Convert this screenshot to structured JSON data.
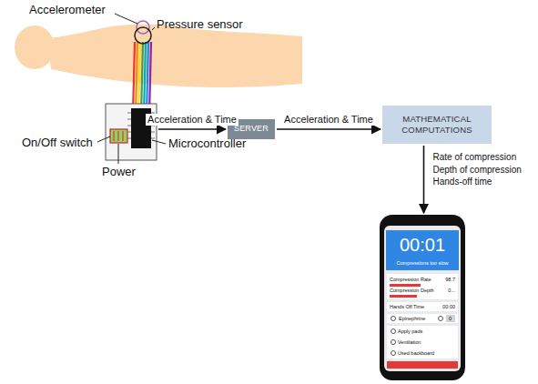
{
  "diagram": {
    "nodes": [
      {
        "text": [
          "Microcontroller"
        ]
      },
      {
        "text": [
          "SERVER"
        ]
      },
      {
        "text": [
          "MATHEMATICAL COMPUTATIONS"
        ]
      },
      {
        "text": [
          "00:01",
          "Compressions too slow",
          "Compression Rate",
          "98.7",
          "Compression Depth",
          "0...",
          "Hands Off Time",
          "00:00",
          "Epinephrine",
          "0",
          "Apply pads",
          "Ventilation",
          "Used backboard"
        ]
      }
    ],
    "edges": [
      {
        "from": 0,
        "to": 1,
        "arrow": "to",
        "label": "Acceleration & Time"
      },
      {
        "from": 1,
        "to": 2,
        "arrow": "to",
        "label": "Acceleration & Time"
      },
      {
        "from": 2,
        "to": 3,
        "arrow": "to",
        "label": "Rate of compression Depth of compression Hands-off time"
      }
    ],
    "labels": [
      "Accelerometer",
      "Pressure sensor",
      "On/Off switch",
      "Power"
    ]
  }
}
